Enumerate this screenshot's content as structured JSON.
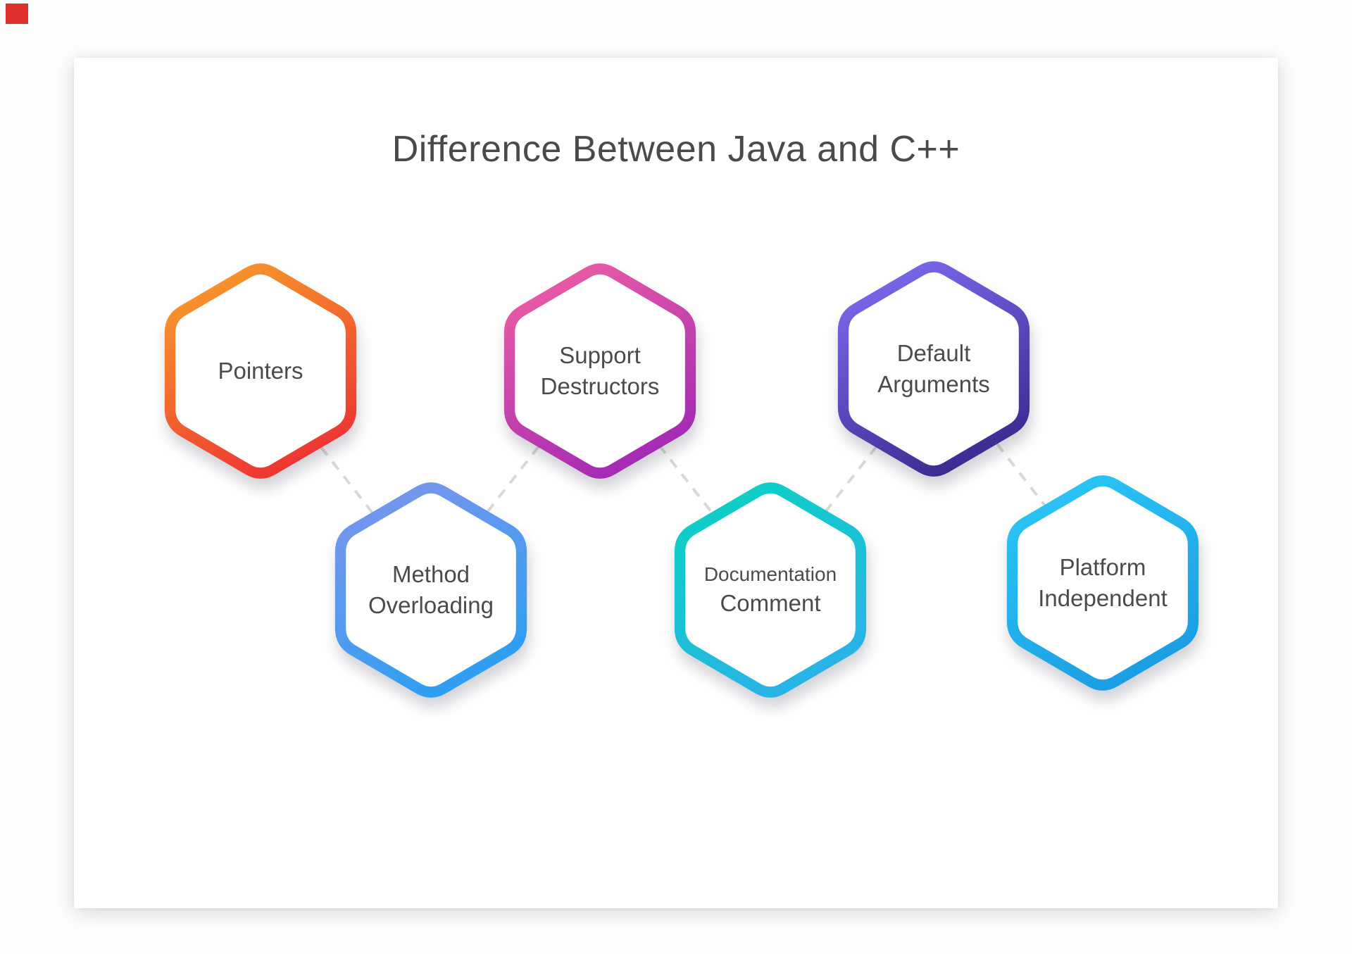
{
  "title": "Difference Between Java and C++",
  "corner_marker_color": "#e0302c",
  "connector_color": "#d8d8d8",
  "text_color": "#4a4a4a",
  "hexagons": [
    {
      "name": "pointers",
      "line1": "Pointers",
      "grad_top": "#F89D2B",
      "grad_bottom": "#ED3832"
    },
    {
      "name": "method-overloading",
      "line1": "Method",
      "line2": "Overloading",
      "grad_top": "#7D95EC",
      "grad_bottom": "#2E9FF2"
    },
    {
      "name": "support-destructors",
      "line1": "Support",
      "line2": "Destructors",
      "grad_top": "#EF5FA4",
      "grad_bottom": "#A52BB4"
    },
    {
      "name": "documentation-comment",
      "line1": "Documentation",
      "line2": "Comment",
      "grad_top": "#0CD1C2",
      "grad_bottom": "#28B3E6"
    },
    {
      "name": "default-arguments",
      "line1": "Default",
      "line2": "Arguments",
      "grad_top": "#7E6CF2",
      "grad_bottom": "#3D2D92"
    },
    {
      "name": "platform-independent",
      "line1": "Platform",
      "line2": "Independent",
      "grad_top": "#2CC7F5",
      "grad_bottom": "#1B9FE4"
    }
  ]
}
